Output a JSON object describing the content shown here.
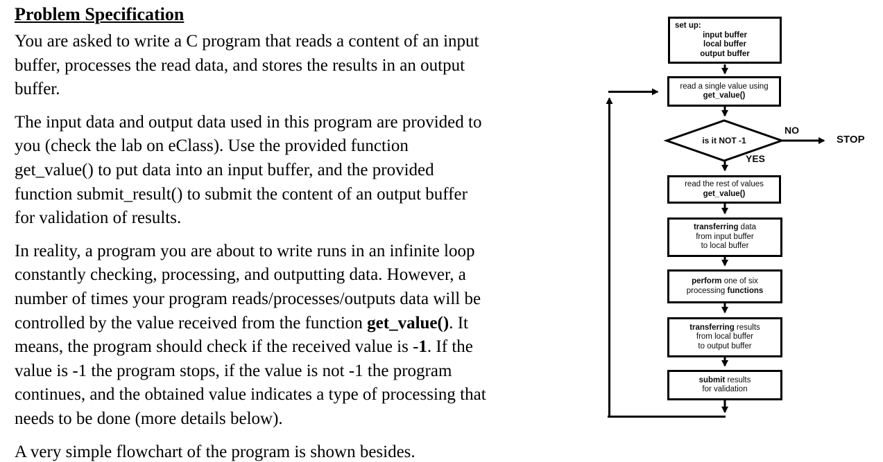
{
  "document": {
    "heading": "Problem Specification",
    "paragraphs": [
      {
        "segments": [
          {
            "t": "You are asked to write a C program that reads a content of an input\nbuffer, processes the read data, and stores the results in an output\nbuffer.",
            "b": false
          }
        ]
      },
      {
        "segments": [
          {
            "t": "The input data and output data used in this program are provided to\nyou (check the lab on eClass). Use the provided function\nget_value() to put data into an input buffer, and the provided\nfunction submit_result() to submit the content of an output buffer\nfor validation of results.",
            "b": false
          }
        ]
      },
      {
        "segments": [
          {
            "t": "In reality, a program you are about to write runs in an infinite loop\nconstantly checking, processing, and outputting data. However, a\nnumber of times your program reads/processes/outputs data will be\ncontrolled by the value received from the function ",
            "b": false
          },
          {
            "t": "get_value()",
            "b": true
          },
          {
            "t": ". It\nmeans, the program should check if the received value is -",
            "b": false
          },
          {
            "t": "1",
            "b": true
          },
          {
            "t": ". If the\nvalue is -1 the program stops, if the value is not -1 the program\ncontinues, and the obtained value indicates a type of processing that\nneeds to be done (more details below).",
            "b": false
          }
        ]
      },
      {
        "segments": [
          {
            "t": "A very simple flowchart of the program is shown besides.",
            "b": false
          }
        ]
      }
    ]
  },
  "flowchart": {
    "stroke_color": "#000000",
    "nodes": {
      "setup": {
        "lines": [
          [
            {
              "t": "set up:",
              "b": true
            }
          ],
          [
            {
              "t": "input buffer",
              "b": true
            }
          ],
          [
            {
              "t": "local buffer",
              "b": true
            }
          ],
          [
            {
              "t": "output buffer",
              "b": true
            }
          ]
        ]
      },
      "read_single": {
        "lines": [
          [
            {
              "t": "read a single value using",
              "b": false
            }
          ],
          [
            {
              "t": "get_value()",
              "b": true
            }
          ]
        ]
      },
      "decision": {
        "lines": [
          [
            {
              "t": "is it NOT -1",
              "b": true
            }
          ]
        ]
      },
      "read_rest": {
        "lines": [
          [
            {
              "t": "read the rest of values",
              "b": false
            }
          ],
          [
            {
              "t": "get_value()",
              "b": true
            }
          ]
        ]
      },
      "transfer_data": {
        "lines": [
          [
            {
              "t": "transferring",
              "b": true
            },
            {
              "t": " data",
              "b": false
            }
          ],
          [
            {
              "t": "from input buffer",
              "b": false
            }
          ],
          [
            {
              "t": "to local buffer",
              "b": false
            }
          ]
        ]
      },
      "perform": {
        "lines": [
          [
            {
              "t": "perform",
              "b": true
            },
            {
              "t": " one of six",
              "b": false
            }
          ],
          [
            {
              "t": "processing ",
              "b": false
            },
            {
              "t": "functions",
              "b": true
            }
          ]
        ]
      },
      "transfer_results": {
        "lines": [
          [
            {
              "t": "transferring",
              "b": true
            },
            {
              "t": " results",
              "b": false
            }
          ],
          [
            {
              "t": "from local buffer",
              "b": false
            }
          ],
          [
            {
              "t": "to output buffer",
              "b": false
            }
          ]
        ]
      },
      "submit": {
        "lines": [
          [
            {
              "t": "submit",
              "b": true
            },
            {
              "t": " results",
              "b": false
            }
          ],
          [
            {
              "t": "for validation",
              "b": false
            }
          ]
        ]
      }
    },
    "labels": {
      "no": "NO",
      "yes": "YES",
      "stop": "STOP"
    }
  }
}
